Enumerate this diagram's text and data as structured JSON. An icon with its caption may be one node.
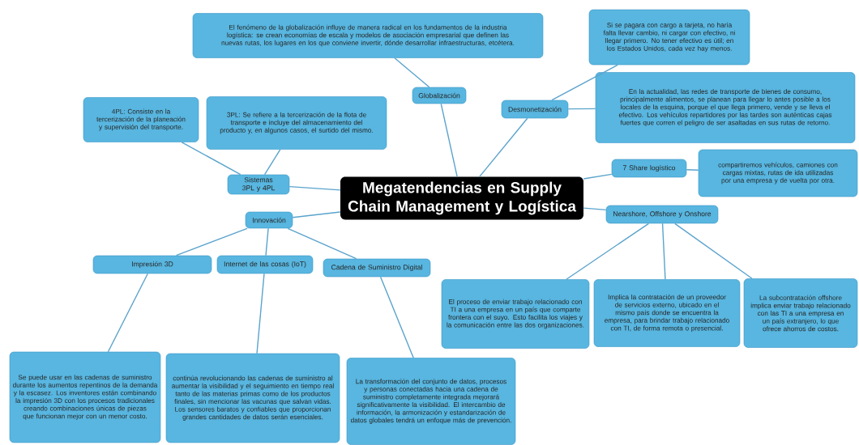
{
  "diagram": {
    "nodes": [
      {
        "text": [
          "Megatendencias en Supply Chain Management y Logística"
        ]
      },
      {
        "text": [
          "Globalización"
        ]
      },
      {
        "text": [
          "El fenómeno de la globalización influye de manera radical en los fundamentos de la industria logística: se crean economías de escala y modelos de asociación empresarial que definen las nuevas rutas, los lugares en los que conviene invertir, dónde desarrollar infraestructuras, etcétera."
        ]
      },
      {
        "text": [
          "Desmonetización"
        ]
      },
      {
        "text": [
          "Si se pagara con cargo a tarjeta, no haría falta llevar cambio, ni cargar con efectivo, ni llegar primero. No tener efectivo es útil; en los Estados Unidos, cada vez hay menos."
        ]
      },
      {
        "text": [
          "En la actualidad, las redes de transporte de bienes de consumo, principalmente alimentos, se planean para llegar lo antes posible a los locales de la esquina, porque el que llega primero, vende y se lleva el efectivo. Los vehículos repartidores por las tardes son auténticas cajas fuertes que corren el peligro de ser asaltadas en sus rutas de retorno."
        ]
      },
      {
        "text": [
          "Sistemas 3PL y 4PL"
        ]
      },
      {
        "text": [
          "3PL: Se refiere a la tercerización de la flota de transporte e incluye del almacenamiento del producto y, en algunos casos, el surtido del mismo."
        ]
      },
      {
        "text": [
          "4PL: Consiste en la tercerización de la planeación y supervisión del transporte."
        ]
      },
      {
        "text": [
          "Innovación"
        ]
      },
      {
        "text": [
          "Impresión 3D"
        ]
      },
      {
        "text": [
          "Internet de las cosas (IoT)"
        ]
      },
      {
        "text": [
          "Cadena de Suministro Digital"
        ]
      },
      {
        "text": [
          "Se puede usar en las cadenas de suministro durante los aumentos repentinos de la demanda y la escasez. Los inventores están combinando la impresión 3D con los procesos tradicionales creando combinaciones únicas de piezas que funcionan mejor con un menor costo."
        ]
      },
      {
        "text": [
          "continúa revolucionando las cadenas de suministro al aumentar la visibilidad y el seguimiento en tiempo real tanto de las materias primas como de los productos finales, sin mencionar las vacunas que salvan vidas. Los sensores baratos y confiables que proporcionan grandes cantidades de datos serán esenciales."
        ]
      },
      {
        "text": [
          "La transformación del conjunto de datos, procesos y personas conectadas hacia una cadena de suministro completamente integrada mejorará significativamente la visibilidad. El intercambio de información, la armonización y estandarización de datos globales tendrá un enfoque más de prevención."
        ]
      },
      {
        "text": [
          "7 Share logístico"
        ]
      },
      {
        "text": [
          "compartiremos vehículos, camiones con cargas mixtas, rutas de ida utilizadas por una empresa y de vuelta por otra."
        ]
      },
      {
        "text": [
          "Nearshore, Offshore y Onshore"
        ]
      },
      {
        "text": [
          "El proceso de enviar trabajo relacionado con TI a una empresa en un país que comparte frontera con el suyo. Esto facilita los viajes y la comunicación entre las dos organizaciones."
        ]
      },
      {
        "text": [
          "Implica la contratación de un proveedor de servicios externo, ubicado en el mismo país donde se encuentra la empresa, para brindar trabajo relacionado con TI, de forma remota o presencial."
        ]
      },
      {
        "text": [
          "La subcontratación offshore implica enviar trabajo relacionado con las TI a una empresa en un país extranjero, lo que ofrece ahorros de costos."
        ]
      }
    ],
    "edges": [
      {
        "from": 0,
        "to": 1,
        "arrow": "none"
      },
      {
        "from": 1,
        "to": 2,
        "arrow": "none"
      },
      {
        "from": 0,
        "to": 3,
        "arrow": "none"
      },
      {
        "from": 3,
        "to": 4,
        "arrow": "none"
      },
      {
        "from": 3,
        "to": 5,
        "arrow": "none"
      },
      {
        "from": 0,
        "to": 6,
        "arrow": "none"
      },
      {
        "from": 6,
        "to": 7,
        "arrow": "none"
      },
      {
        "from": 6,
        "to": 8,
        "arrow": "none"
      },
      {
        "from": 0,
        "to": 9,
        "arrow": "none"
      },
      {
        "from": 9,
        "to": 10,
        "arrow": "none"
      },
      {
        "from": 9,
        "to": 11,
        "arrow": "none"
      },
      {
        "from": 9,
        "to": 12,
        "arrow": "none"
      },
      {
        "from": 10,
        "to": 13,
        "arrow": "none"
      },
      {
        "from": 11,
        "to": 14,
        "arrow": "none"
      },
      {
        "from": 12,
        "to": 15,
        "arrow": "none"
      },
      {
        "from": 0,
        "to": 16,
        "arrow": "none"
      },
      {
        "from": 16,
        "to": 17,
        "arrow": "none"
      },
      {
        "from": 0,
        "to": 18,
        "arrow": "none"
      },
      {
        "from": 18,
        "to": 19,
        "arrow": "none"
      },
      {
        "from": 18,
        "to": 20,
        "arrow": "none"
      },
      {
        "from": 18,
        "to": 21,
        "arrow": "none"
      }
    ]
  }
}
